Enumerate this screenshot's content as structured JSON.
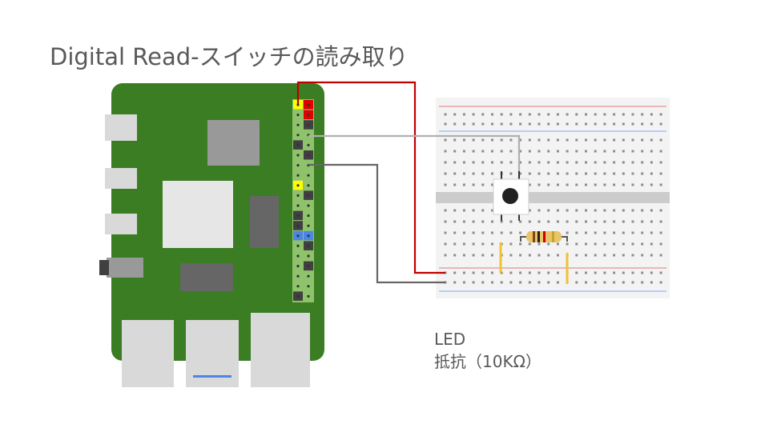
{
  "slide": {
    "title": "Digital Read-スイッチの読み取り",
    "caption_line1": "LED",
    "caption_line2": "抵抗（10KΩ）"
  },
  "colors": {
    "board_green": "#3b7d23",
    "header_green": "#8fc36b",
    "wire_red": "#c00000",
    "wire_light_gray": "#b0b0b0",
    "wire_dark_gray": "#666666",
    "pin_yellow": "#ffff00",
    "pin_red": "#e00000",
    "pin_blue": "#4a86e8",
    "pin_dark": "#404040",
    "breadboard": "#f3f3f3",
    "rail_red": "#e6a3a3",
    "rail_blue": "#a4c2f4",
    "lead_yellow": "#f1c232"
  },
  "icons": {
    "switch": "tactile-push-button-icon",
    "resistor": "resistor-icon"
  }
}
